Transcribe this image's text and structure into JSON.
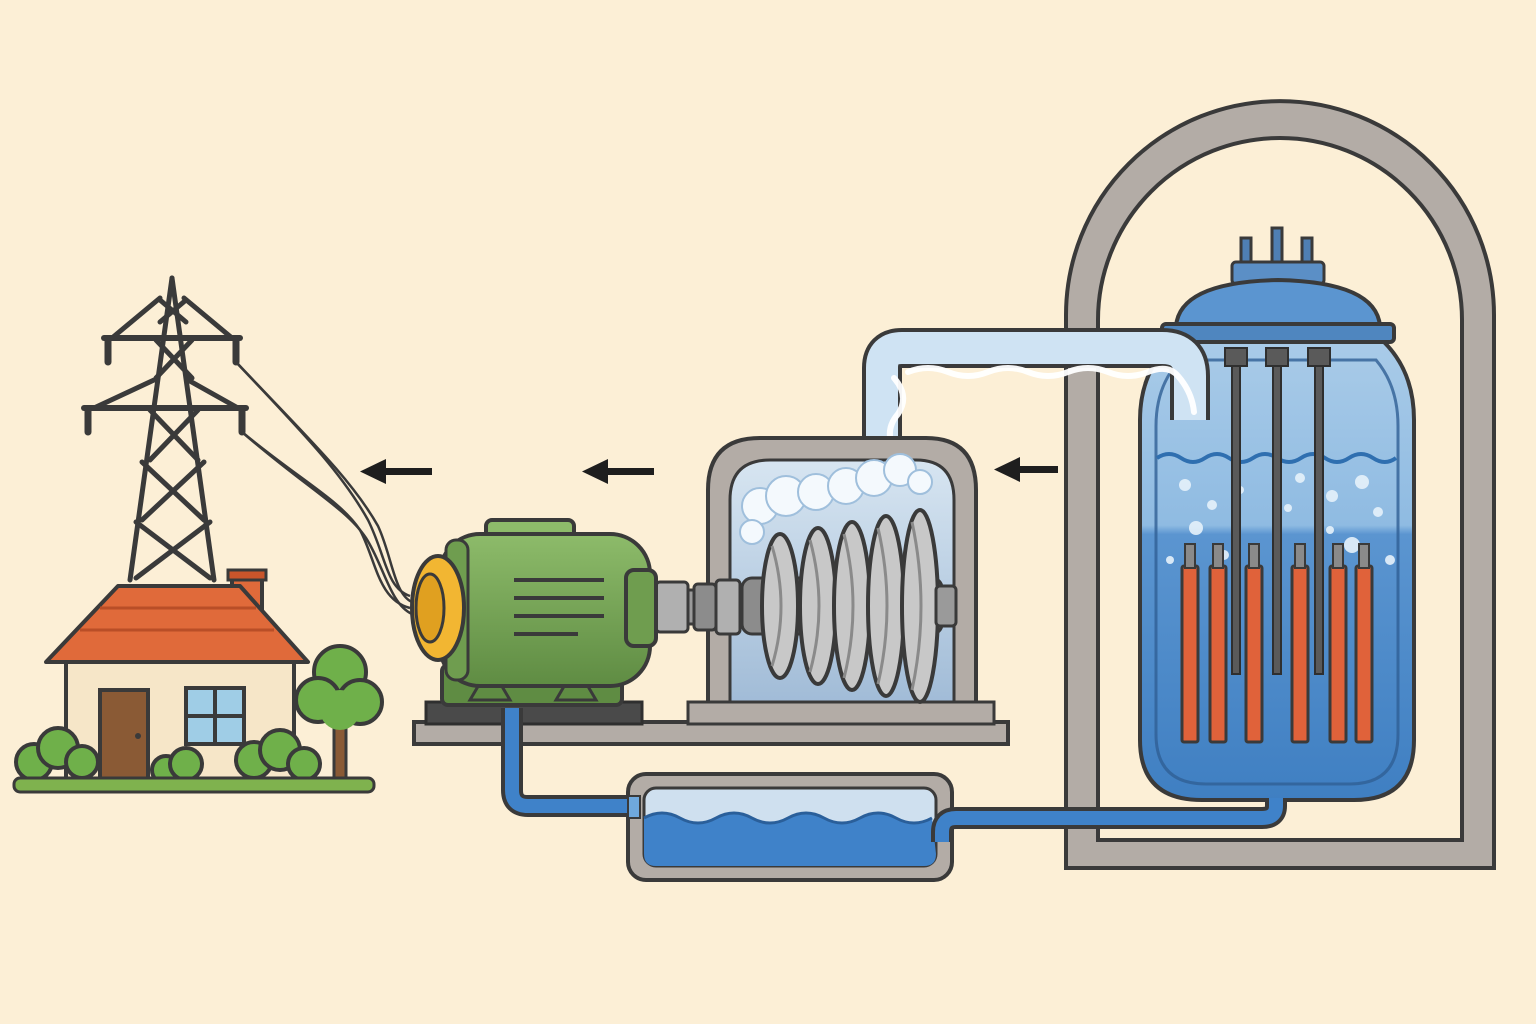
{
  "diagram": {
    "components": [
      "house-icon",
      "transmission-tower-icon",
      "power-lines",
      "generator-icon",
      "turbine-icon",
      "steam-pipe",
      "condenser-icon",
      "coolant-return-pipe",
      "containment-dome",
      "reactor-vessel-icon",
      "control-rods",
      "fuel-rods",
      "tree-icon",
      "bushes"
    ],
    "flow_arrows": 3,
    "flow_direction": "left"
  },
  "colors": {
    "background": "#fcefd6",
    "outline": "#3a3a3a",
    "roof": "#e06a3a",
    "house_wall": "#f6e6c8",
    "door": "#8a5a35",
    "window": "#9fcde6",
    "generator": "#7aa65a",
    "generator_cap": "#f2b632",
    "turbine_blade": "#c8c8c8",
    "housing": "#b4c9de",
    "concrete": "#b3aca6",
    "water": "#3f82c9",
    "water_light": "#6fa8dc",
    "steam": "#e9f3fb",
    "vessel": "#5b95d0",
    "fuel_rod": "#e0623a",
    "control_rod": "#5a5a5a",
    "foliage": "#6fb04a",
    "trunk": "#8a5a35",
    "ground": "#7fb24e"
  }
}
